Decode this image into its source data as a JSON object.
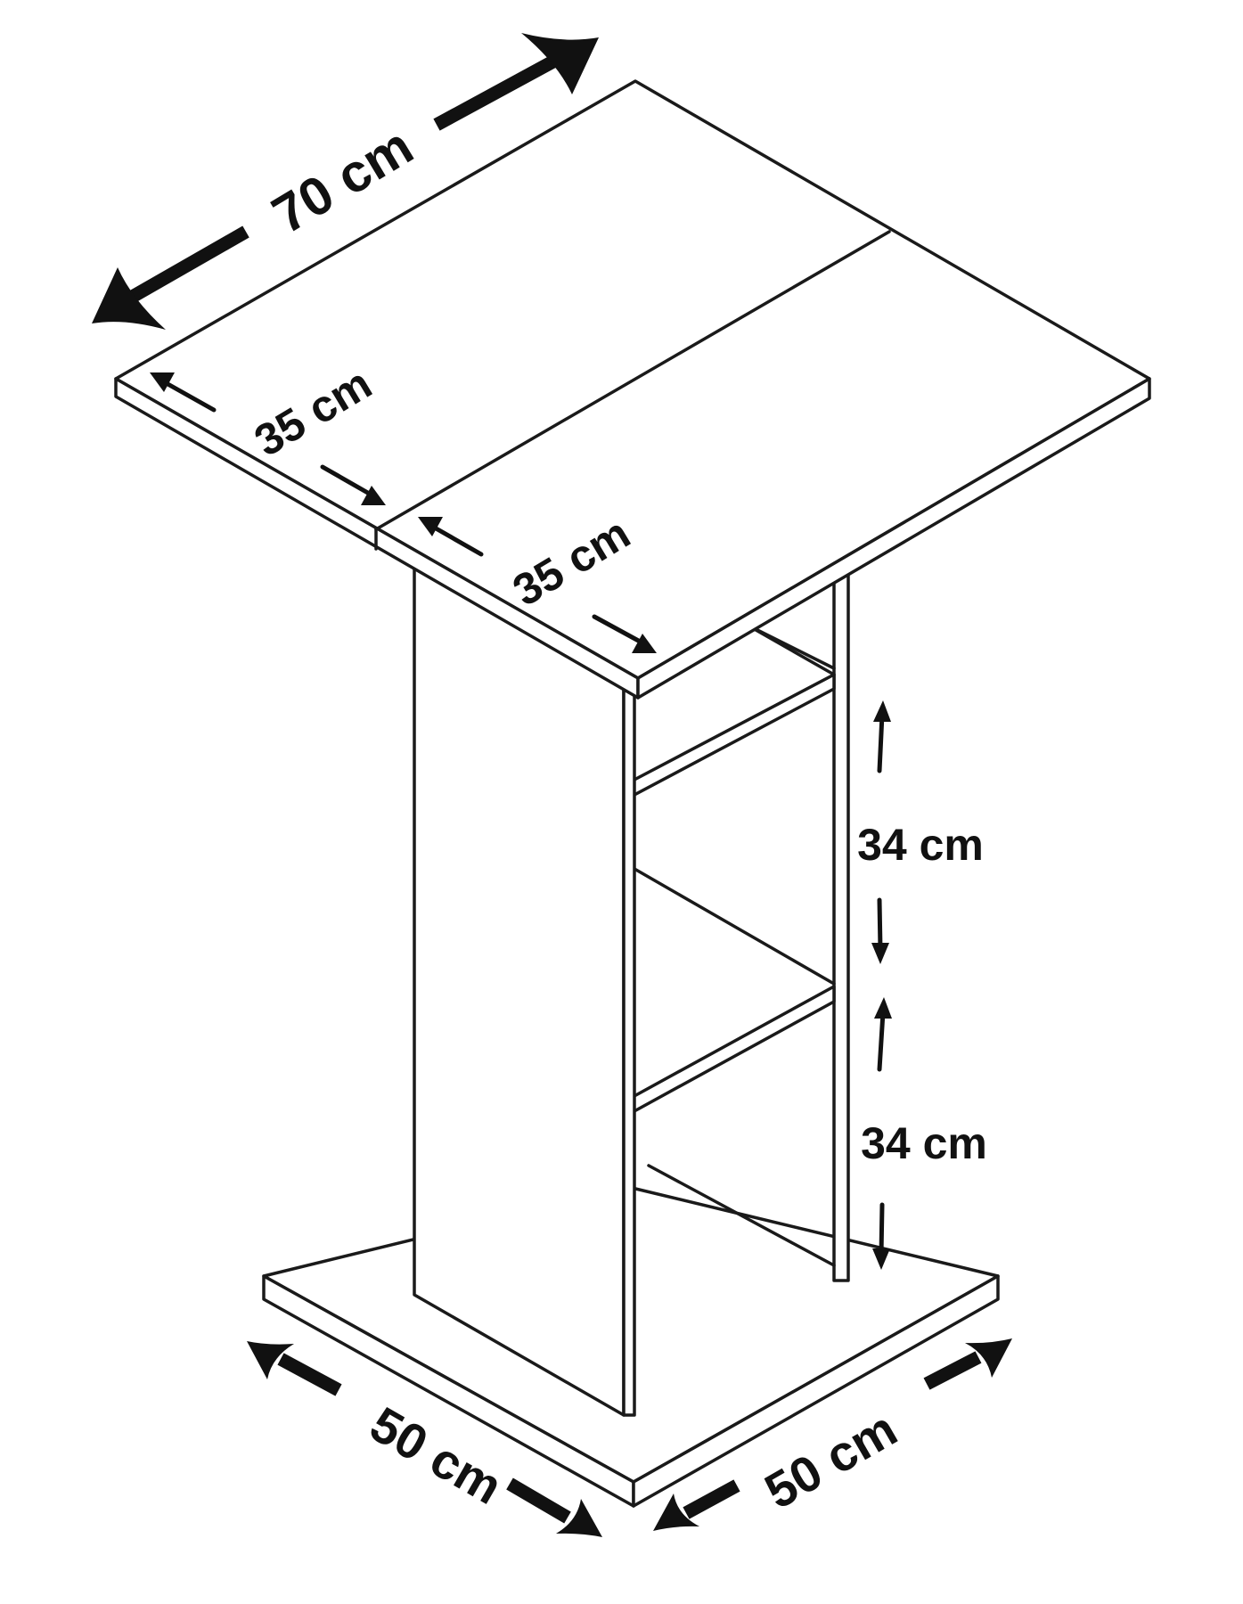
{
  "dimensions": {
    "top_width": "70 cm",
    "top_left_half": "35 cm",
    "top_right_half": "35 cm",
    "shelf_upper": "34 cm",
    "shelf_lower": "34 cm",
    "base_left": "50 cm",
    "base_right": "50 cm"
  },
  "colors": {
    "line": "#1a1a1a",
    "background": "#ffffff"
  }
}
